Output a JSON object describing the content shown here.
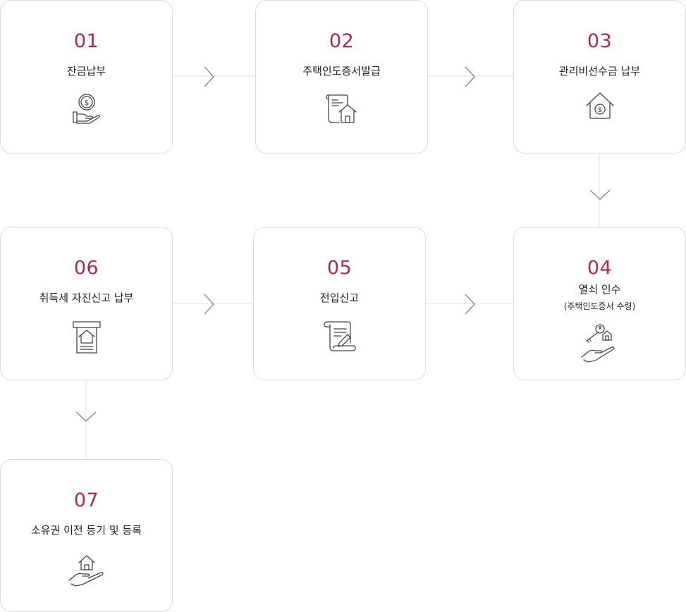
{
  "steps": [
    {
      "number": "01",
      "label": "잔금납부",
      "icon": "hand-coin-icon"
    },
    {
      "number": "02",
      "label": "주택인도증서발급",
      "icon": "document-house-icon"
    },
    {
      "number": "03",
      "label": "관리비선수금 납부",
      "icon": "house-coin-icon"
    },
    {
      "number": "04",
      "label": "열쇠 인수",
      "sublabel": "(주택인도증서 수령)",
      "icon": "hand-key-icon"
    },
    {
      "number": "05",
      "label": "전입신고",
      "icon": "scroll-pen-icon"
    },
    {
      "number": "06",
      "label": "취득세 자진신고 납부",
      "icon": "receipt-house-icon"
    },
    {
      "number": "07",
      "label": "소유권 이전 등기 및 등록",
      "icon": "hand-house-icon"
    }
  ],
  "colors": {
    "accent": "#b5264f",
    "border": "#dcdcdc",
    "line": "#e2e2e2",
    "chevron": "#8a8a8a",
    "icon": "#444444"
  }
}
